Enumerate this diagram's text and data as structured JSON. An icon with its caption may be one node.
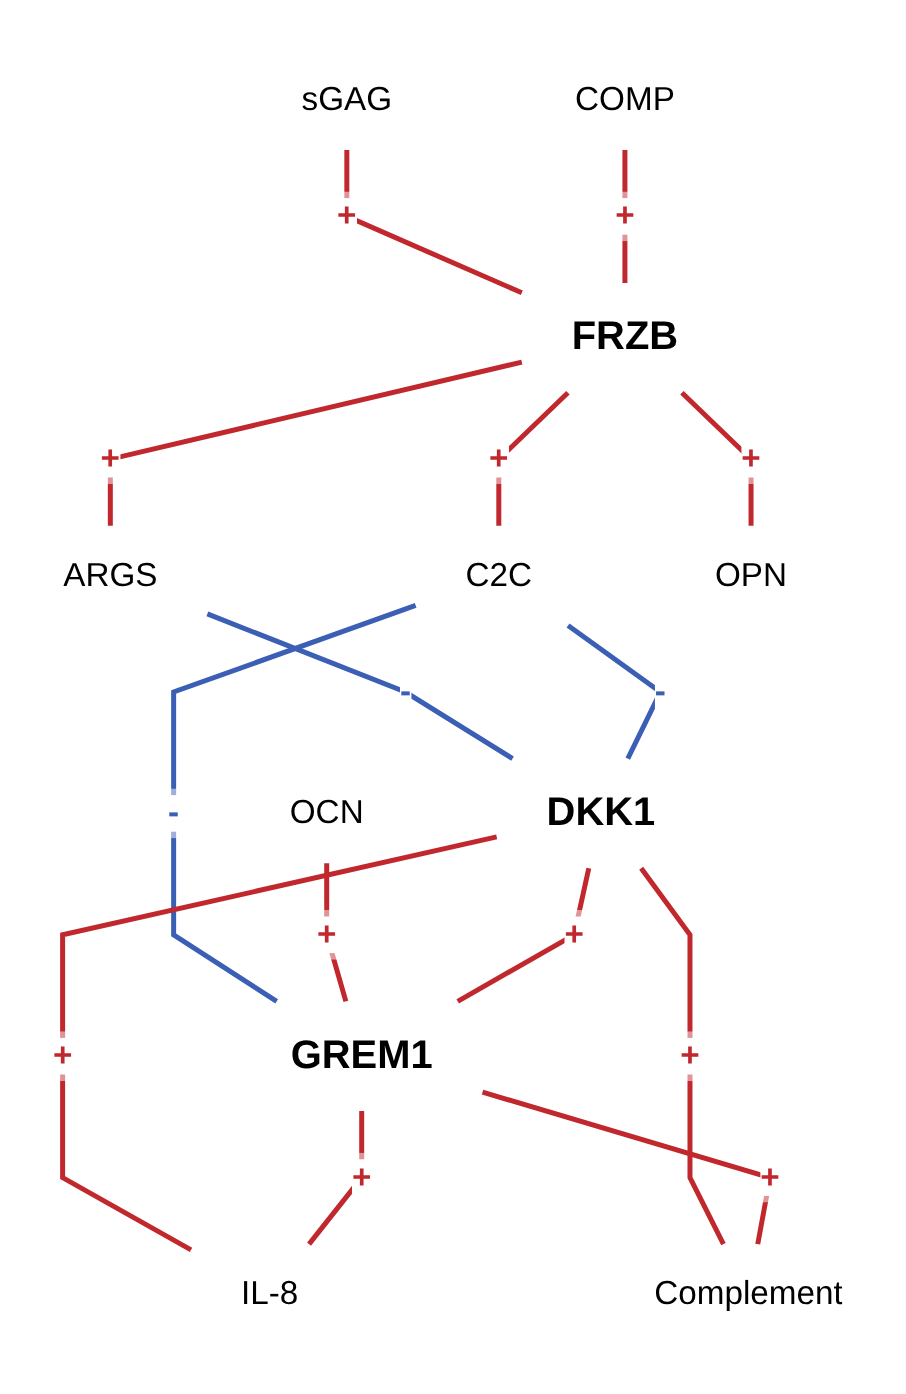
{
  "diagram": {
    "nodes": [
      {
        "text": [
          "sGAG"
        ]
      },
      {
        "text": [
          "COMP"
        ]
      },
      {
        "text": [
          "FRZB"
        ]
      },
      {
        "text": [
          "ARGS"
        ]
      },
      {
        "text": [
          "C2C"
        ]
      },
      {
        "text": [
          "OPN"
        ]
      },
      {
        "text": [
          "OCN"
        ]
      },
      {
        "text": [
          "DKK1"
        ]
      },
      {
        "text": [
          "GREM1"
        ]
      },
      {
        "text": [
          "IL-8"
        ]
      },
      {
        "text": [
          "Complement"
        ]
      }
    ],
    "edges": [
      {
        "from": 0,
        "to": 2,
        "arrow": "none",
        "label": "+"
      },
      {
        "from": 1,
        "to": 2,
        "arrow": "none",
        "label": "+"
      },
      {
        "from": 2,
        "to": 3,
        "arrow": "none",
        "label": "+"
      },
      {
        "from": 2,
        "to": 4,
        "arrow": "none",
        "label": "+"
      },
      {
        "from": 2,
        "to": 5,
        "arrow": "none",
        "label": "+"
      },
      {
        "from": 3,
        "to": 7,
        "arrow": "none",
        "label": "-",
        "color": "#3b5fb5"
      },
      {
        "from": 4,
        "to": 7,
        "arrow": "none",
        "label": "-",
        "color": "#3b5fb5"
      },
      {
        "from": 4,
        "to": 8,
        "arrow": "none",
        "label": "-",
        "color": "#3b5fb5"
      },
      {
        "from": 6,
        "to": 8,
        "arrow": "none",
        "label": "+"
      },
      {
        "from": 7,
        "to": 8,
        "arrow": "none",
        "label": "+"
      },
      {
        "from": 7,
        "to": 10,
        "arrow": "none",
        "label": "+"
      },
      {
        "from": 7,
        "to": 9,
        "arrow": "none",
        "label": "+"
      },
      {
        "from": 8,
        "to": 9,
        "arrow": "none",
        "label": "+"
      },
      {
        "from": 8,
        "to": 10,
        "arrow": "none",
        "label": "+"
      }
    ]
  }
}
